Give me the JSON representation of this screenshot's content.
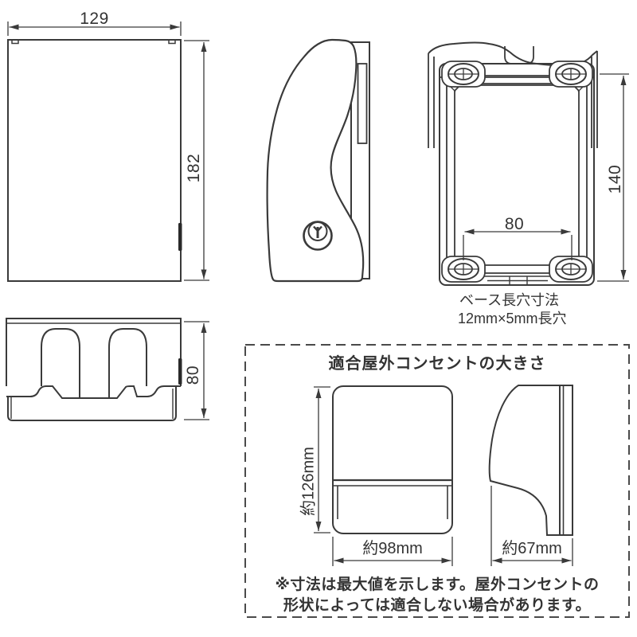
{
  "colors": {
    "background": "#ffffff",
    "line": "#3a3a3a",
    "dimension_line": "#444444",
    "text": "#333333"
  },
  "front_view": {
    "width_dim": "129",
    "height_dim": "182"
  },
  "base_view": {
    "height_dim": "140",
    "slot_span_dim": "80",
    "caption_line1": "ベース長穴寸法",
    "caption_line2": "12mm×5mm長穴"
  },
  "bottom_view": {
    "depth_dim": "80"
  },
  "compat_box": {
    "title": "適合屋外コンセントの大きさ",
    "outlet_front": {
      "height_dim": "約126mm",
      "width_dim": "約98mm"
    },
    "outlet_side": {
      "depth_dim": "約67mm"
    },
    "note_line1": "※寸法は最大値を示します。屋外コンセントの",
    "note_line2": "形状によっては適合しない場合があります。"
  }
}
